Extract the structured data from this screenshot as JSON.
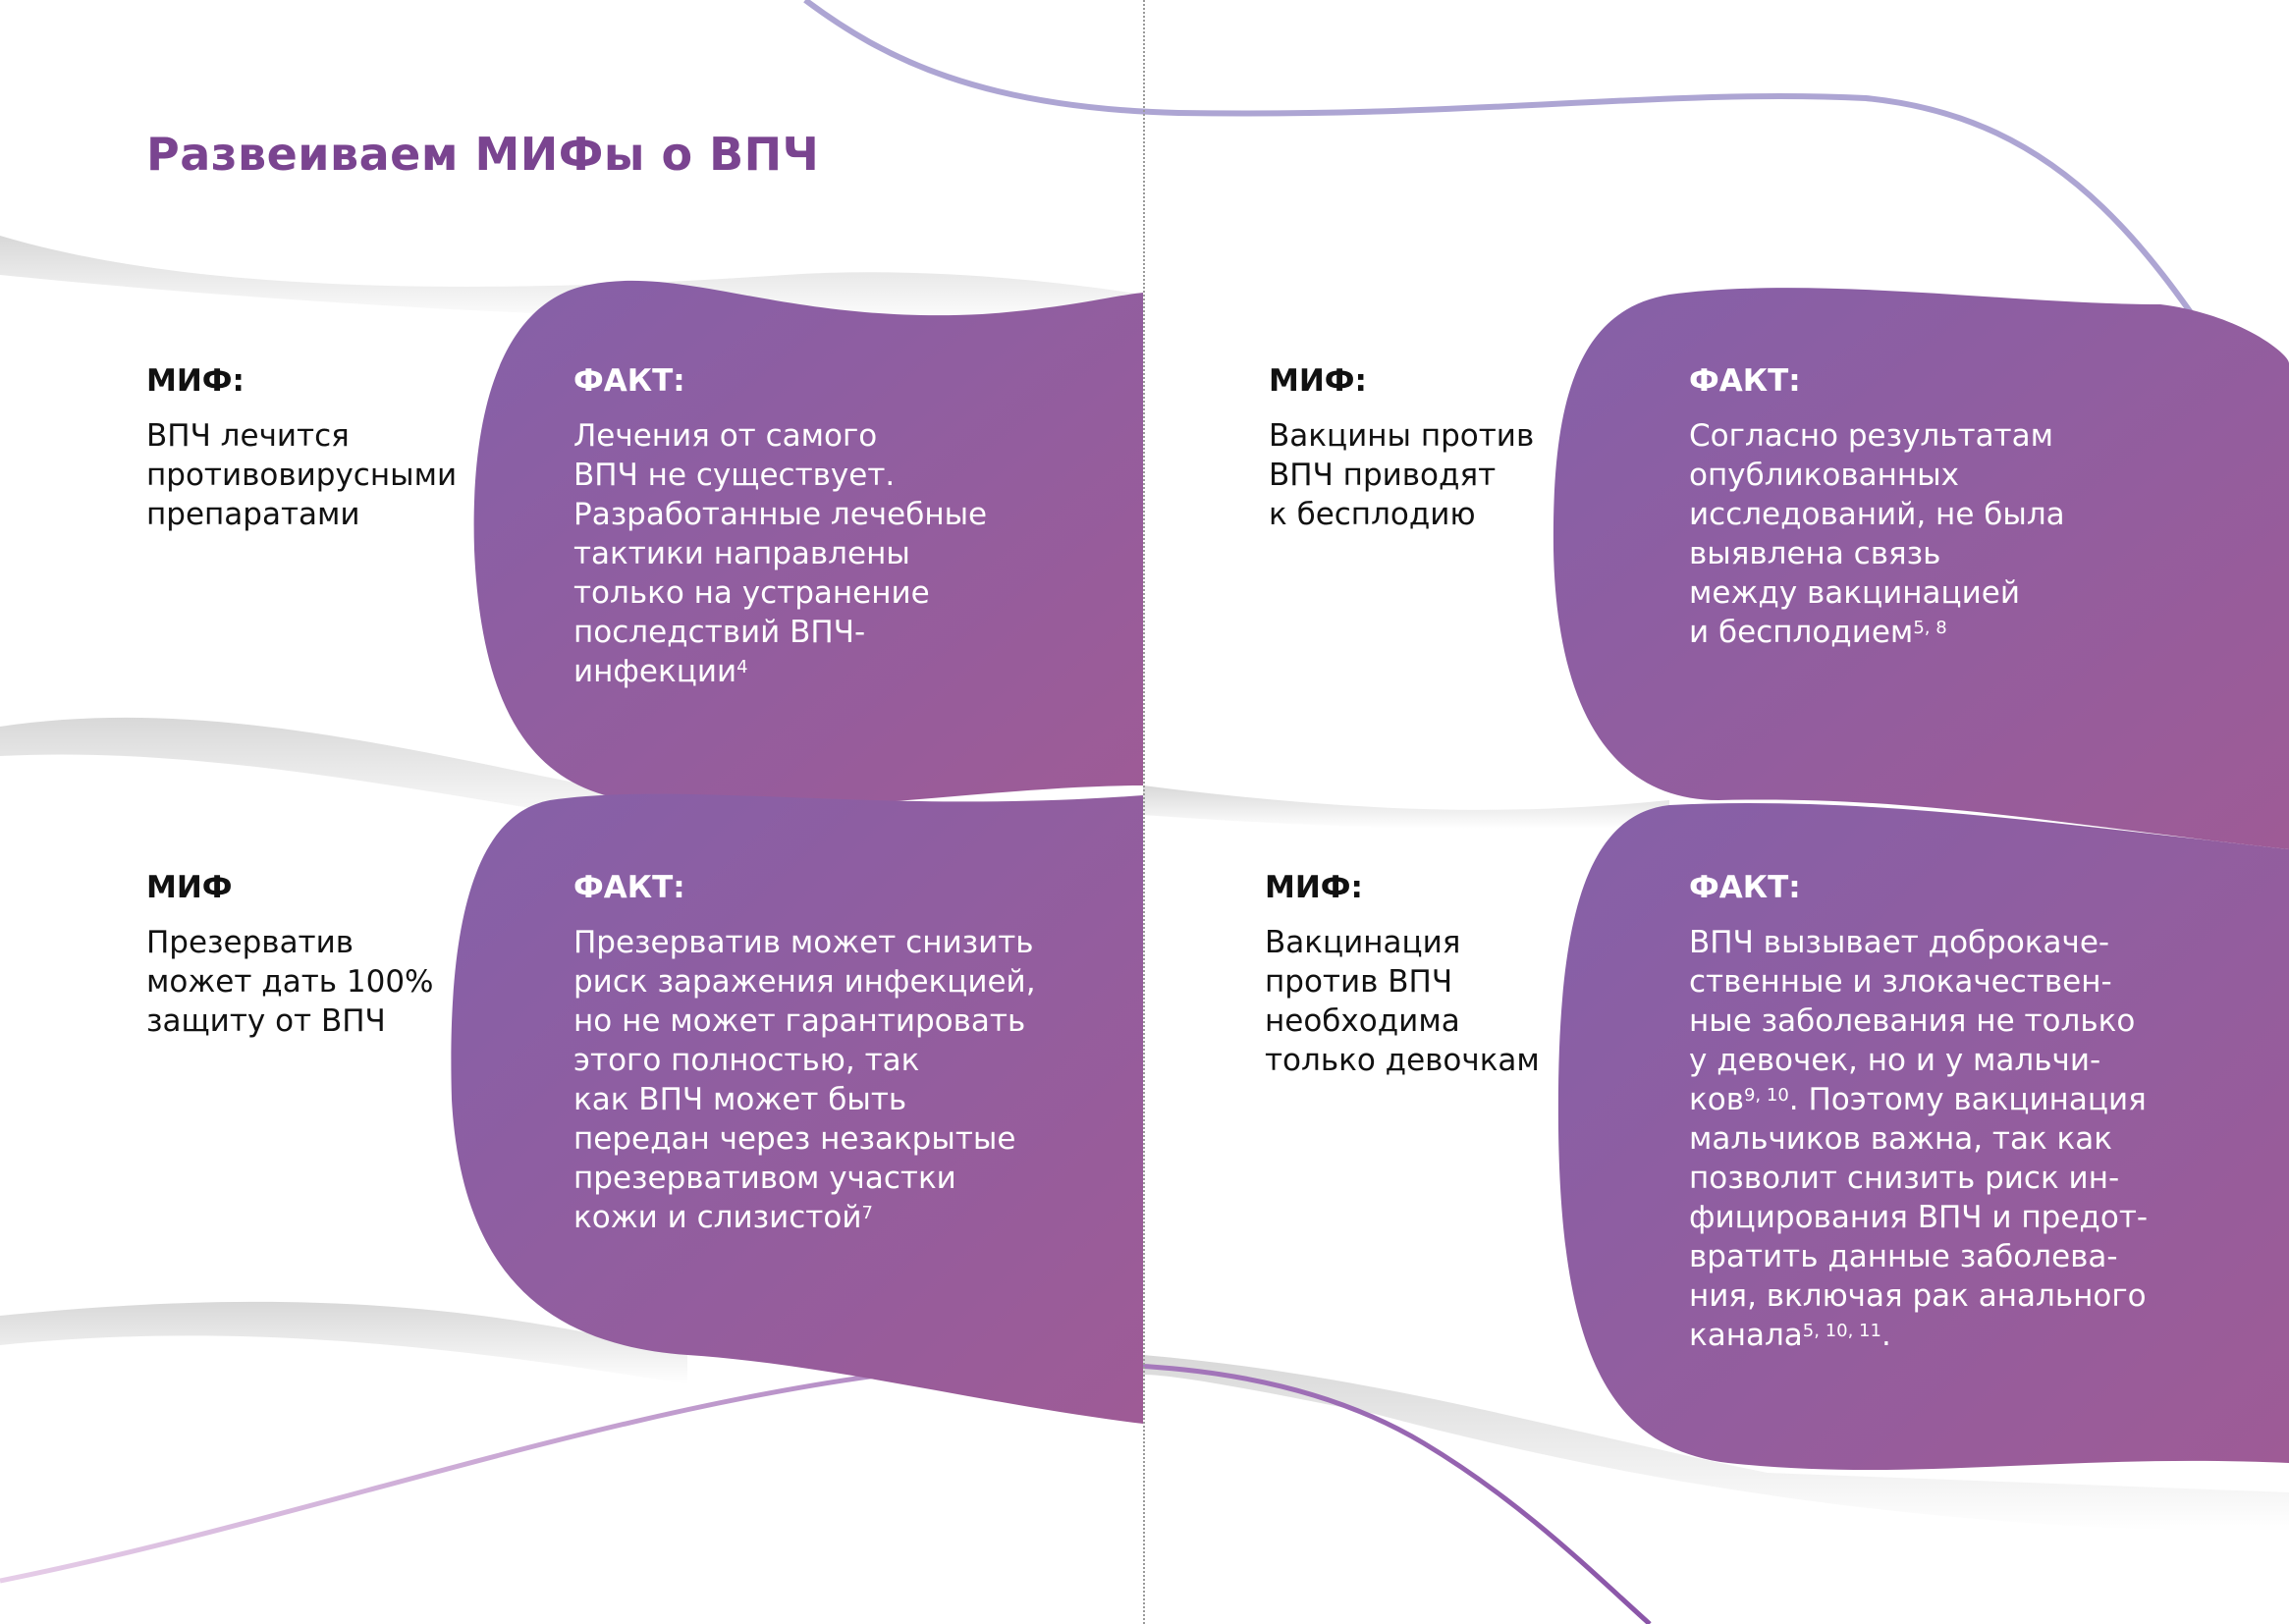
{
  "title": "Развеиваем МИФы о ВПЧ",
  "colors": {
    "title": "#7a4490",
    "blob_start": "#8a60a8",
    "blob_end": "#9c5b97"
  },
  "cards": [
    {
      "myth_label": "МИФ:",
      "myth_lines": [
        "ВПЧ лечится",
        "противовирусными",
        "препаратами"
      ],
      "fact_label": "ФАКТ:",
      "fact_lines": [
        [
          {
            "t": "Лечения от самого"
          }
        ],
        [
          {
            "t": "ВПЧ не существует."
          }
        ],
        [
          {
            "t": "Разработанные лечебные"
          }
        ],
        [
          {
            "t": "тактики направлены"
          }
        ],
        [
          {
            "t": "только на устранение"
          }
        ],
        [
          {
            "t": "последствий ВПЧ-"
          }
        ],
        [
          {
            "t": "инфекции"
          },
          {
            "s": "4"
          }
        ]
      ]
    },
    {
      "myth_label": "МИФ:",
      "myth_lines": [
        "Вакцины против",
        "ВПЧ приводят",
        "к бесплодию"
      ],
      "fact_label": "ФАКТ:",
      "fact_lines": [
        [
          {
            "t": "Согласно результатам"
          }
        ],
        [
          {
            "t": "опубликованных"
          }
        ],
        [
          {
            "t": "исследований, не была"
          }
        ],
        [
          {
            "t": "выявлена связь"
          }
        ],
        [
          {
            "t": "между вакцинацией"
          }
        ],
        [
          {
            "t": "и бесплодием"
          },
          {
            "s": "5, 8"
          }
        ]
      ]
    },
    {
      "myth_label": "МИФ",
      "myth_lines": [
        "Презерватив",
        "может дать 100%",
        "защиту от ВПЧ"
      ],
      "fact_label": "ФАКТ:",
      "fact_lines": [
        [
          {
            "t": "Презерватив может снизить"
          }
        ],
        [
          {
            "t": "риск заражения инфекцией,"
          }
        ],
        [
          {
            "t": "но не может гарантировать"
          }
        ],
        [
          {
            "t": "этого полностью, так"
          }
        ],
        [
          {
            "t": "как ВПЧ может быть"
          }
        ],
        [
          {
            "t": "передан через незакрытые"
          }
        ],
        [
          {
            "t": "презервативом участки"
          }
        ],
        [
          {
            "t": "кожи и слизистой"
          },
          {
            "s": "7"
          }
        ]
      ]
    },
    {
      "myth_label": "МИФ:",
      "myth_lines": [
        "Вакцинация",
        "против ВПЧ",
        "необходима",
        "только девочкам"
      ],
      "fact_label": "ФАКТ:",
      "fact_lines": [
        [
          {
            "t": "ВПЧ вызывает доброкаче-"
          }
        ],
        [
          {
            "t": "ственные и злокачествен-"
          }
        ],
        [
          {
            "t": "ные заболевания не только"
          }
        ],
        [
          {
            "t": "у девочек, но и у мальчи-"
          }
        ],
        [
          {
            "t": "ков"
          },
          {
            "s": "9, 10"
          },
          {
            "t": ". Поэтому вакцинация"
          }
        ],
        [
          {
            "t": "мальчиков важна, так как"
          }
        ],
        [
          {
            "t": "позволит снизить риск ин-"
          }
        ],
        [
          {
            "t": "фицирования ВПЧ и предот-"
          }
        ],
        [
          {
            "t": "вратить данные заболева-"
          }
        ],
        [
          {
            "t": "ния, включая рак анального"
          }
        ],
        [
          {
            "t": "канала"
          },
          {
            "s": "5, 10, 11"
          },
          {
            "t": "."
          }
        ]
      ]
    }
  ]
}
